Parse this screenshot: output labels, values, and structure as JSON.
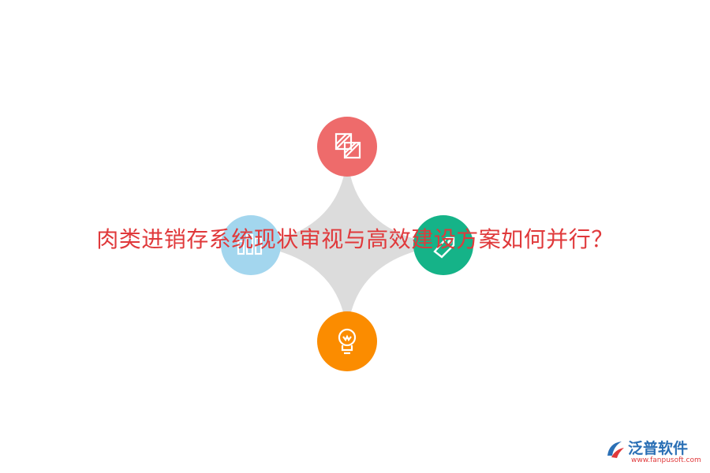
{
  "diagram": {
    "title": "肉类进销存系统现状审视与高效建设方案如何并行？",
    "title_color": "#e0393b",
    "star_color": "#dcdcdc",
    "nodes": [
      {
        "name": "top-node",
        "icon": "pattern-squares-icon",
        "color": "#ee6b6b"
      },
      {
        "name": "left-node",
        "icon": "bar-chart-icon",
        "color": "#a3d6ee"
      },
      {
        "name": "right-node",
        "icon": "tag-icon",
        "color": "#15b388"
      },
      {
        "name": "bottom-node",
        "icon": "lightbulb-icon",
        "color": "#fb8c00"
      }
    ]
  },
  "logo": {
    "name": "泛普软件",
    "url": "www.fanpusoft.com",
    "name_color": "#2a6fb5",
    "url_color": "#e0393b",
    "icon": "fanpu-logo-icon"
  }
}
